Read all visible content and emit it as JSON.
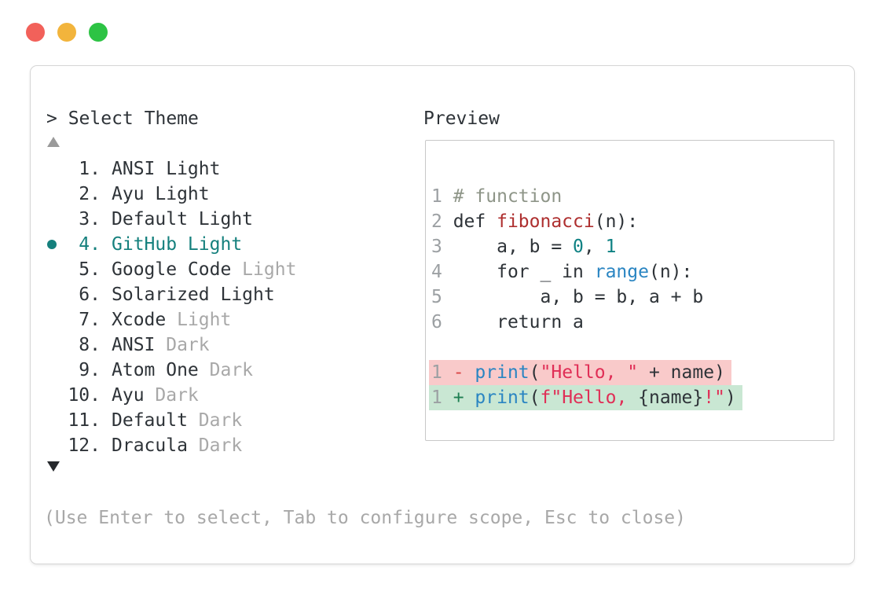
{
  "colors": {
    "accent": "#15807d",
    "text": "#2e3338",
    "muted": "#a8a8a8",
    "line-number": "#9ca0a3",
    "comment": "#8e9588",
    "def-name": "#ae2f2f",
    "number": "#0e8183",
    "call": "#2a85c2",
    "string": "#e02e56",
    "minus": "#d94545",
    "plus": "#1e7f52",
    "diff-del-bg": "#f9caca",
    "diff-add-bg": "#c9e7d3",
    "panel-border": "#d5d5d5",
    "preview-border": "#c8c8c8",
    "traffic-red": "#f2615a",
    "traffic-yellow": "#f2b43c",
    "traffic-green": "#2dc344",
    "arrow-up": "#9a9a9a",
    "arrow-down": "#26292d"
  },
  "window_controls": [
    {
      "id": "close",
      "color_key": "traffic-red"
    },
    {
      "id": "minimize",
      "color_key": "traffic-yellow"
    },
    {
      "id": "zoom",
      "color_key": "traffic-green"
    }
  ],
  "theme_picker": {
    "prompt": "> Select Theme",
    "scroll_up_icon": "up-triangle",
    "scroll_down_icon": "down-triangle",
    "items": [
      {
        "number": "1.",
        "name": "ANSI Light",
        "variant": "",
        "selected": false
      },
      {
        "number": "2.",
        "name": "Ayu Light",
        "variant": "",
        "selected": false
      },
      {
        "number": "3.",
        "name": "Default Light",
        "variant": "",
        "selected": false
      },
      {
        "number": "4.",
        "name": "GitHub Light",
        "variant": "",
        "selected": true
      },
      {
        "number": "5.",
        "name": "Google Code",
        "variant": " Light",
        "selected": false
      },
      {
        "number": "6.",
        "name": "Solarized Light",
        "variant": "",
        "selected": false
      },
      {
        "number": "7.",
        "name": "Xcode",
        "variant": " Light",
        "selected": false
      },
      {
        "number": "8.",
        "name": "ANSI",
        "variant": " Dark",
        "selected": false
      },
      {
        "number": "9.",
        "name": "Atom One",
        "variant": " Dark",
        "selected": false
      },
      {
        "number": "10.",
        "name": "Ayu",
        "variant": " Dark",
        "selected": false
      },
      {
        "number": "11.",
        "name": "Default",
        "variant": " Dark",
        "selected": false
      },
      {
        "number": "12.",
        "name": "Dracula",
        "variant": " Dark",
        "selected": false
      }
    ],
    "footer_hint": "(Use Enter to select, Tab to configure scope, Esc to close)"
  },
  "preview": {
    "title": "Preview",
    "lines": [
      {
        "kind": "code",
        "tokens": [
          {
            "t": "1 ",
            "c": "ln"
          },
          {
            "t": "# function",
            "c": "comment"
          }
        ]
      },
      {
        "kind": "code",
        "tokens": [
          {
            "t": "2 ",
            "c": "ln"
          },
          {
            "t": "def ",
            "c": "plain"
          },
          {
            "t": "fibonacci",
            "c": "def"
          },
          {
            "t": "(n):",
            "c": "plain"
          }
        ]
      },
      {
        "kind": "code",
        "tokens": [
          {
            "t": "3 ",
            "c": "ln"
          },
          {
            "t": "    a, b = ",
            "c": "plain"
          },
          {
            "t": "0",
            "c": "num"
          },
          {
            "t": ", ",
            "c": "plain"
          },
          {
            "t": "1",
            "c": "num"
          }
        ]
      },
      {
        "kind": "code",
        "tokens": [
          {
            "t": "4 ",
            "c": "ln"
          },
          {
            "t": "    for _ in ",
            "c": "plain"
          },
          {
            "t": "range",
            "c": "call"
          },
          {
            "t": "(n):",
            "c": "plain"
          }
        ]
      },
      {
        "kind": "code",
        "tokens": [
          {
            "t": "5 ",
            "c": "ln"
          },
          {
            "t": "        a, b = b, a + b",
            "c": "plain"
          }
        ]
      },
      {
        "kind": "code",
        "tokens": [
          {
            "t": "6 ",
            "c": "ln"
          },
          {
            "t": "    return a",
            "c": "plain"
          }
        ]
      },
      {
        "kind": "blank",
        "tokens": []
      },
      {
        "kind": "del",
        "tokens": [
          {
            "t": "1 ",
            "c": "ln"
          },
          {
            "t": "- ",
            "c": "minus"
          },
          {
            "t": "print",
            "c": "call"
          },
          {
            "t": "(",
            "c": "plain"
          },
          {
            "t": "\"Hello, \"",
            "c": "str"
          },
          {
            "t": " + name)",
            "c": "plain"
          }
        ]
      },
      {
        "kind": "add",
        "tokens": [
          {
            "t": "1 ",
            "c": "ln"
          },
          {
            "t": "+ ",
            "c": "plus"
          },
          {
            "t": "print",
            "c": "call"
          },
          {
            "t": "(",
            "c": "plain"
          },
          {
            "t": "f\"Hello, ",
            "c": "str"
          },
          {
            "t": "{name}",
            "c": "plain"
          },
          {
            "t": "!\"",
            "c": "str"
          },
          {
            "t": ")",
            "c": "plain"
          }
        ]
      }
    ]
  }
}
